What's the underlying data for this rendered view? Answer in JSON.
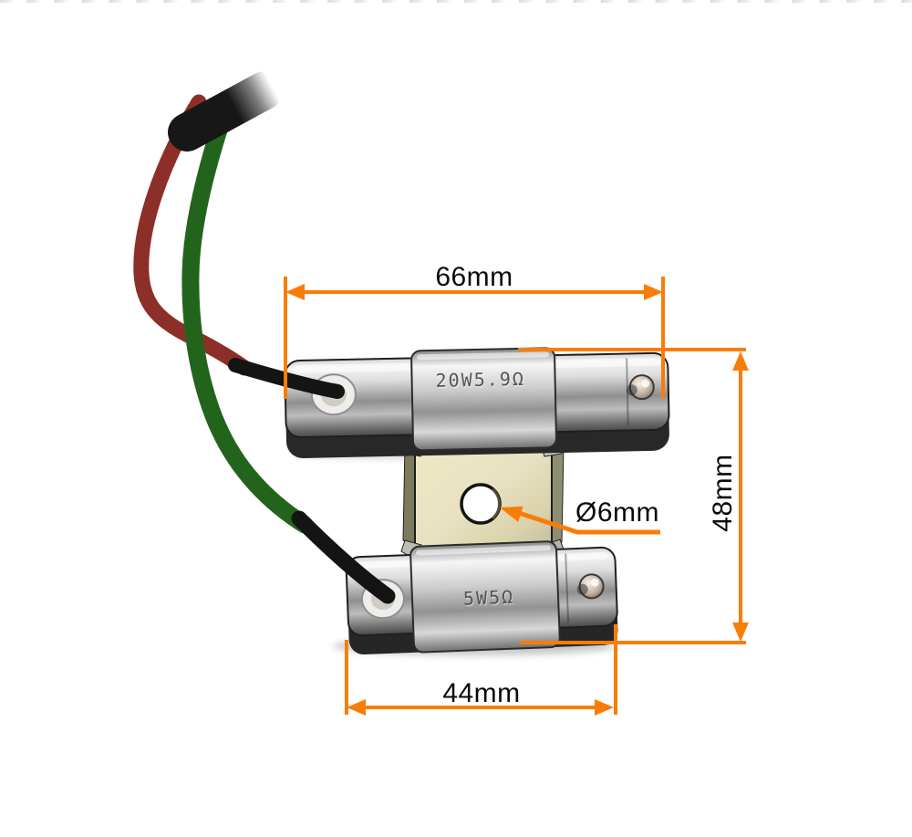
{
  "annotations": {
    "accent_color": "#F87D06",
    "text_color": "#0A0A0A",
    "top_width": "66mm",
    "overall_height": "48mm",
    "bottom_width": "44mm",
    "hole_diameter": "Ø6mm"
  },
  "device": {
    "top_resistor": {
      "marking": "20W5.9Ω"
    },
    "bottom_resistor": {
      "marking": "5W5Ω"
    },
    "bracket": {
      "hole_color": "#FFFFFF",
      "plate_color": "#E9E2C2"
    },
    "wires": {
      "red_wire_color": "#AF3B33",
      "green_wire_color": "#2E8126",
      "sleeve_color": "#171717"
    }
  }
}
